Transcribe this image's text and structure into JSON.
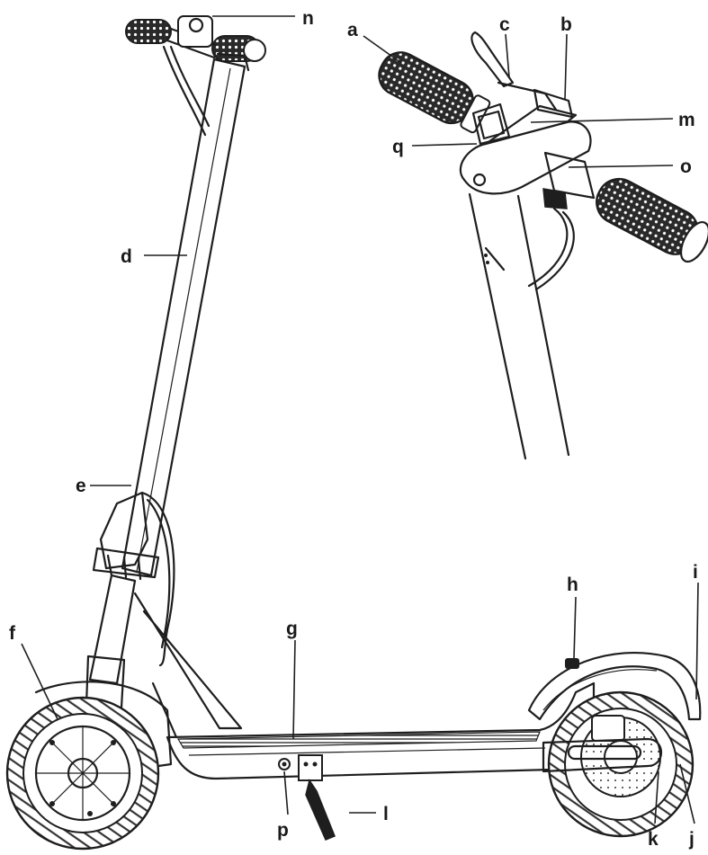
{
  "diagram": {
    "labels": {
      "a": "a",
      "b": "b",
      "c": "c",
      "d": "d",
      "e": "e",
      "f": "f",
      "g": "g",
      "h": "h",
      "i": "i",
      "j": "j",
      "k": "k",
      "l": "l",
      "m": "m",
      "n": "n",
      "o": "o",
      "p": "p",
      "q": "q"
    }
  }
}
